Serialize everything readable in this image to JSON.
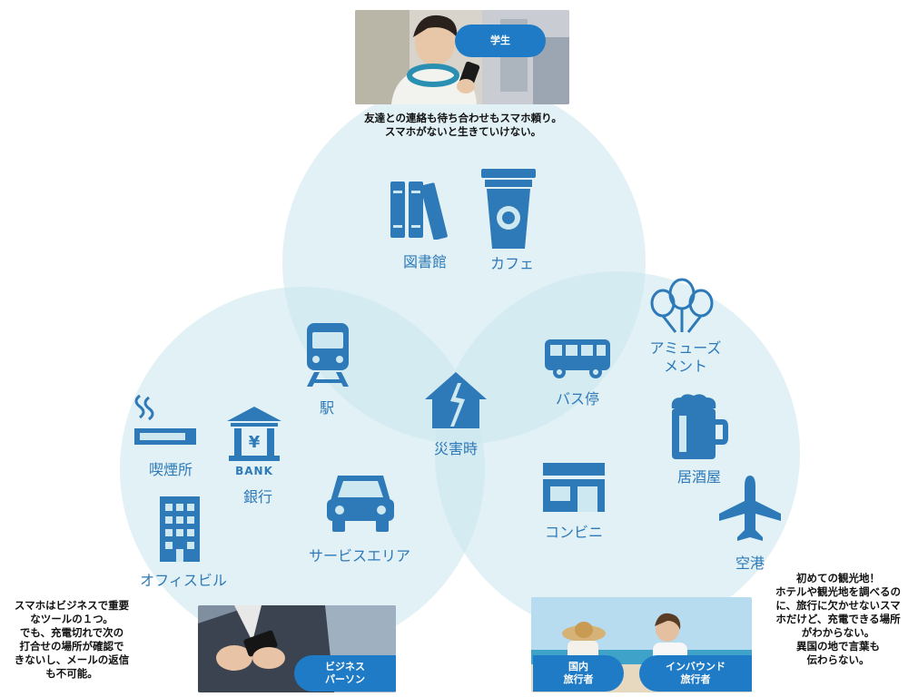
{
  "top_persona": {
    "badge": "学生",
    "caption_line1": "友達との連絡も待ち合わせもスマホ頼り。",
    "caption_line2": "スマホがないと生きていけない。"
  },
  "left_persona": {
    "badge_line1": "ビジネス",
    "badge_line2": "パーソン",
    "caption_lines": [
      "スマホはビジネスで重要",
      "なツールの１つ。",
      "でも、充電切れで次の",
      "打合せの場所が確認で",
      "きないし、メールの返信",
      "も不可能。"
    ]
  },
  "right_persona": {
    "badge1_line1": "国内",
    "badge1_line2": "旅行者",
    "badge2_line1": "インバウンド",
    "badge2_line2": "旅行者",
    "caption_lines": [
      "初めての観光地！",
      "ホテルや観光地を調べるの",
      "に、旅行に欠かせないスマ",
      "ホだけど、充電できる場所",
      "がわからない。",
      "異国の地で言葉も",
      "伝わらない。"
    ]
  },
  "places": {
    "library": "図書館",
    "cafe": "カフェ",
    "station": "駅",
    "disaster": "災害時",
    "bus_stop": "バス停",
    "amusement_line1": "アミューズ",
    "amusement_line2": "メント",
    "smoking": "喫煙所",
    "bank": "銀行",
    "bank_sign": "BANK",
    "office": "オフィスビル",
    "service_area": "サービスエリア",
    "convenience": "コンビニ",
    "izakaya": "居酒屋",
    "airport": "空港"
  },
  "colors": {
    "circle_fill": "#cde8f0",
    "icon": "#2e7ab8",
    "label": "#2e7ab8",
    "badge": "#1f7bc6"
  },
  "icons": [
    "book-icon",
    "coffee-cup-icon",
    "train-icon",
    "broken-house-icon",
    "bus-icon",
    "balloons-icon",
    "cigarette-icon",
    "bank-icon",
    "office-building-icon",
    "car-icon",
    "convenience-store-icon",
    "beer-mug-icon",
    "airplane-icon"
  ]
}
